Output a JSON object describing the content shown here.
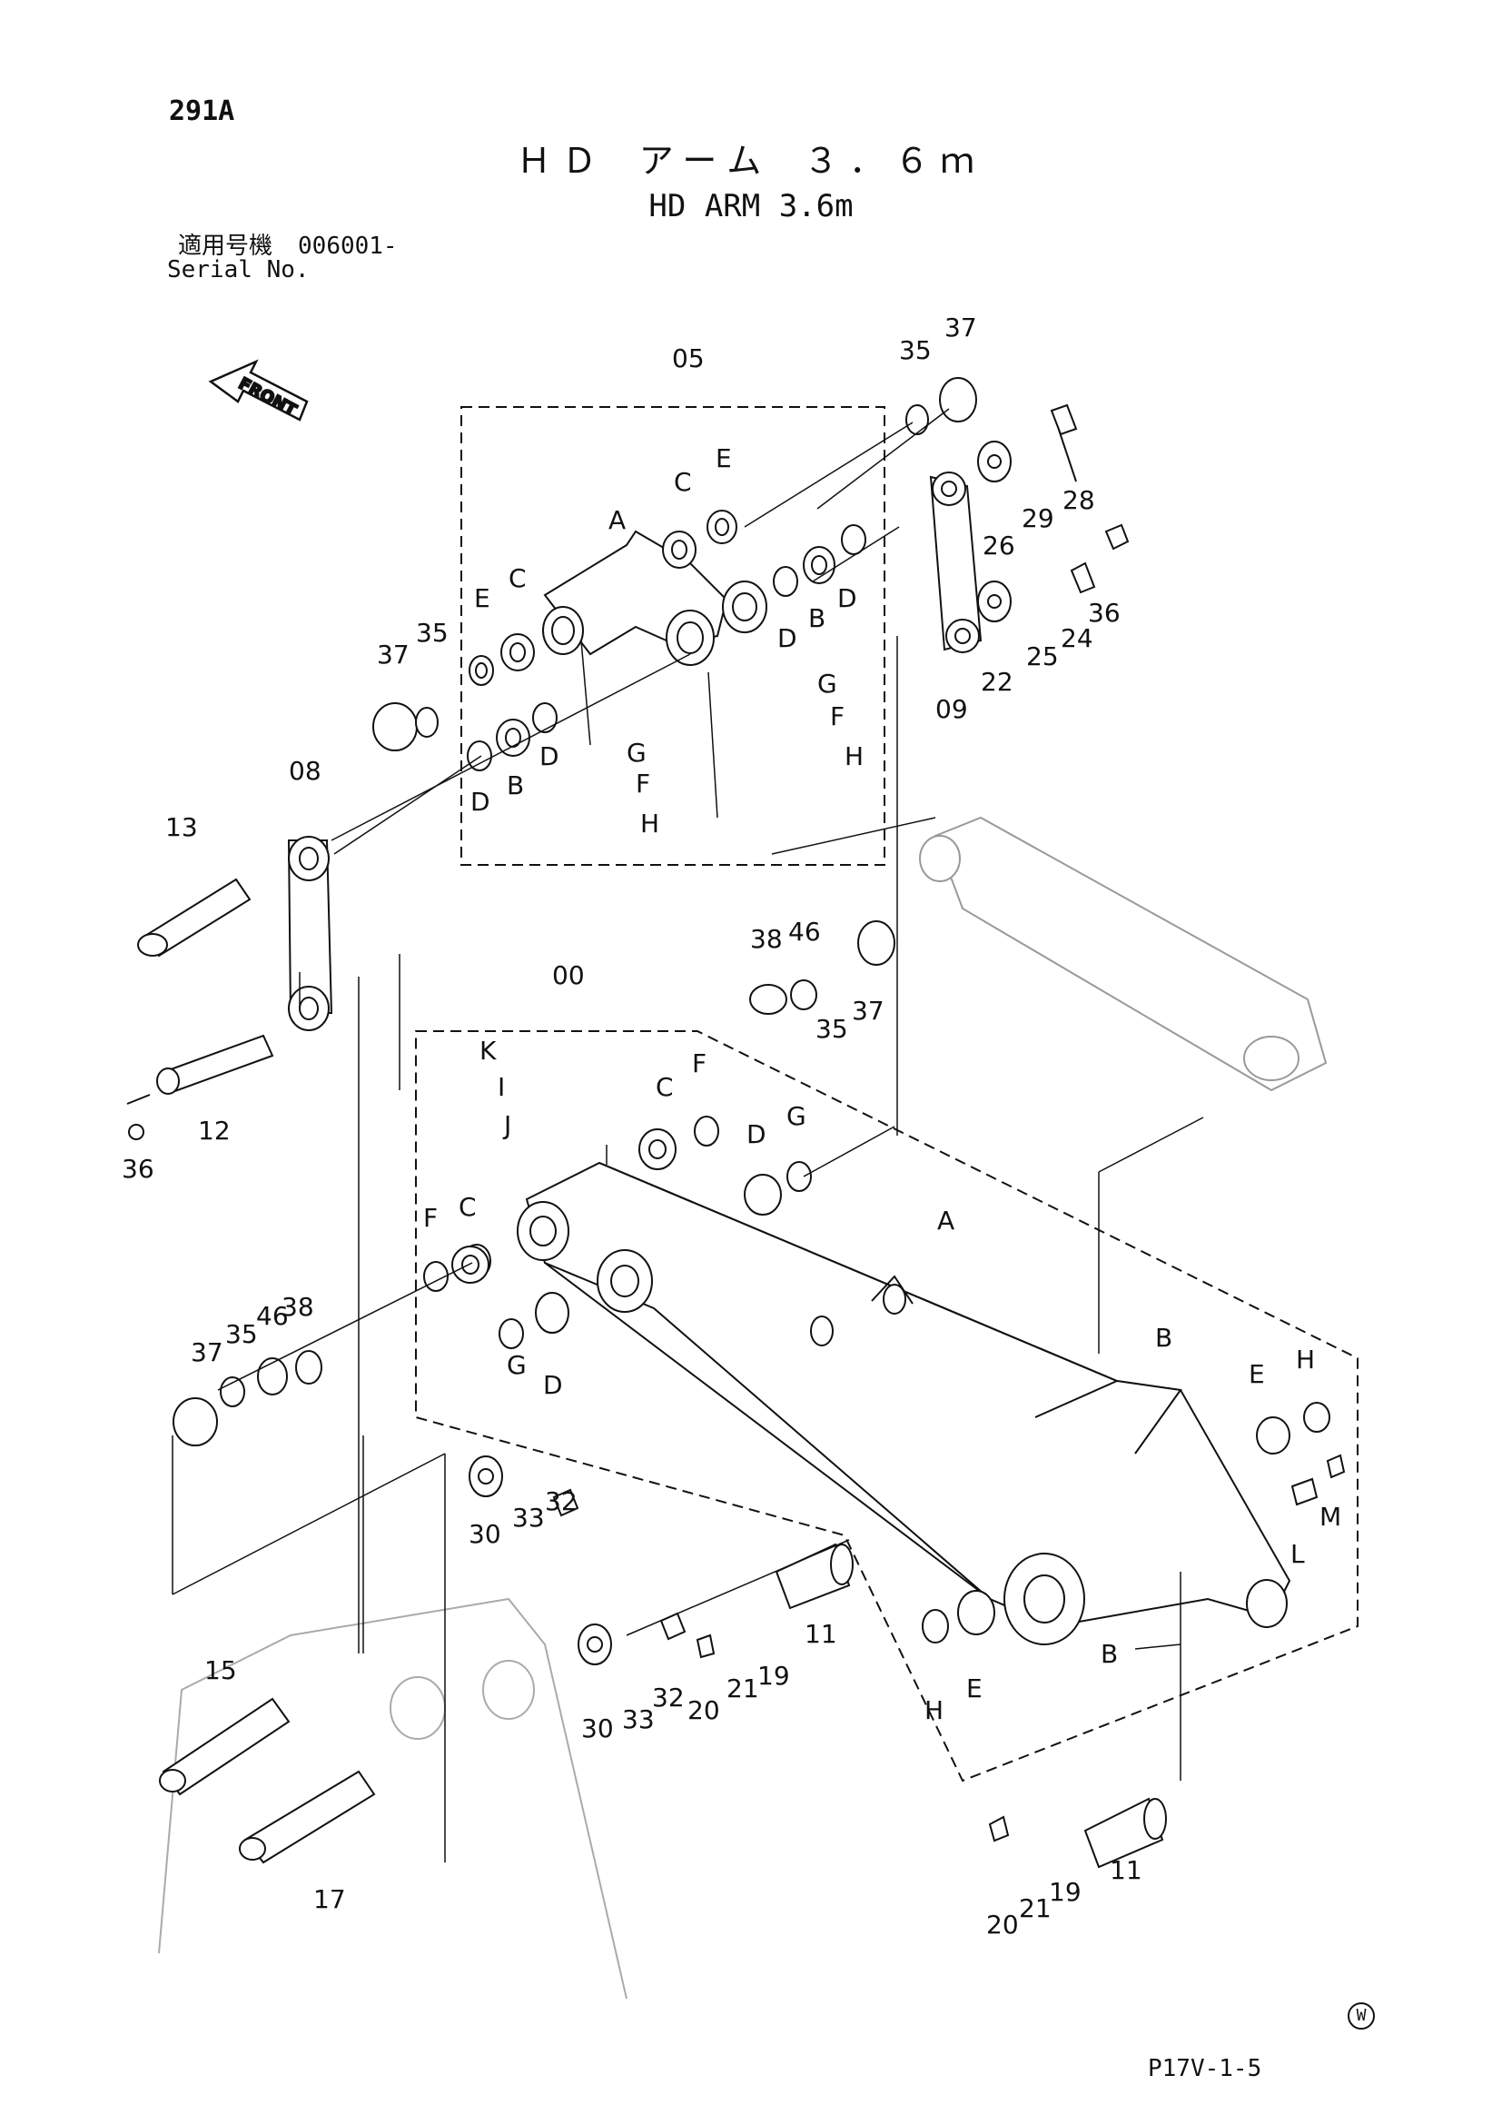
{
  "page_number": "291A",
  "title_jp": "ＨＤ アーム ３．６ｍ",
  "title_en": "HD ARM 3.6m",
  "serial_label_jp": "適用号機",
  "serial_value": "006001-",
  "serial_label_en": "Serial No.",
  "front_label": "FRONT",
  "doc_code": "P17V-1-5",
  "w_mark": "W",
  "callouts": [
    "05",
    "35",
    "37",
    "28",
    "29",
    "26",
    "C",
    "E",
    "A",
    "D",
    "B",
    "36",
    "24",
    "25",
    "22",
    "09",
    "G",
    "F",
    "H",
    "08",
    "13",
    "12",
    "00",
    "38",
    "46",
    "K",
    "I",
    "J",
    "L",
    "M",
    "30",
    "33",
    "32",
    "11",
    "19",
    "21",
    "20",
    "15",
    "17"
  ]
}
